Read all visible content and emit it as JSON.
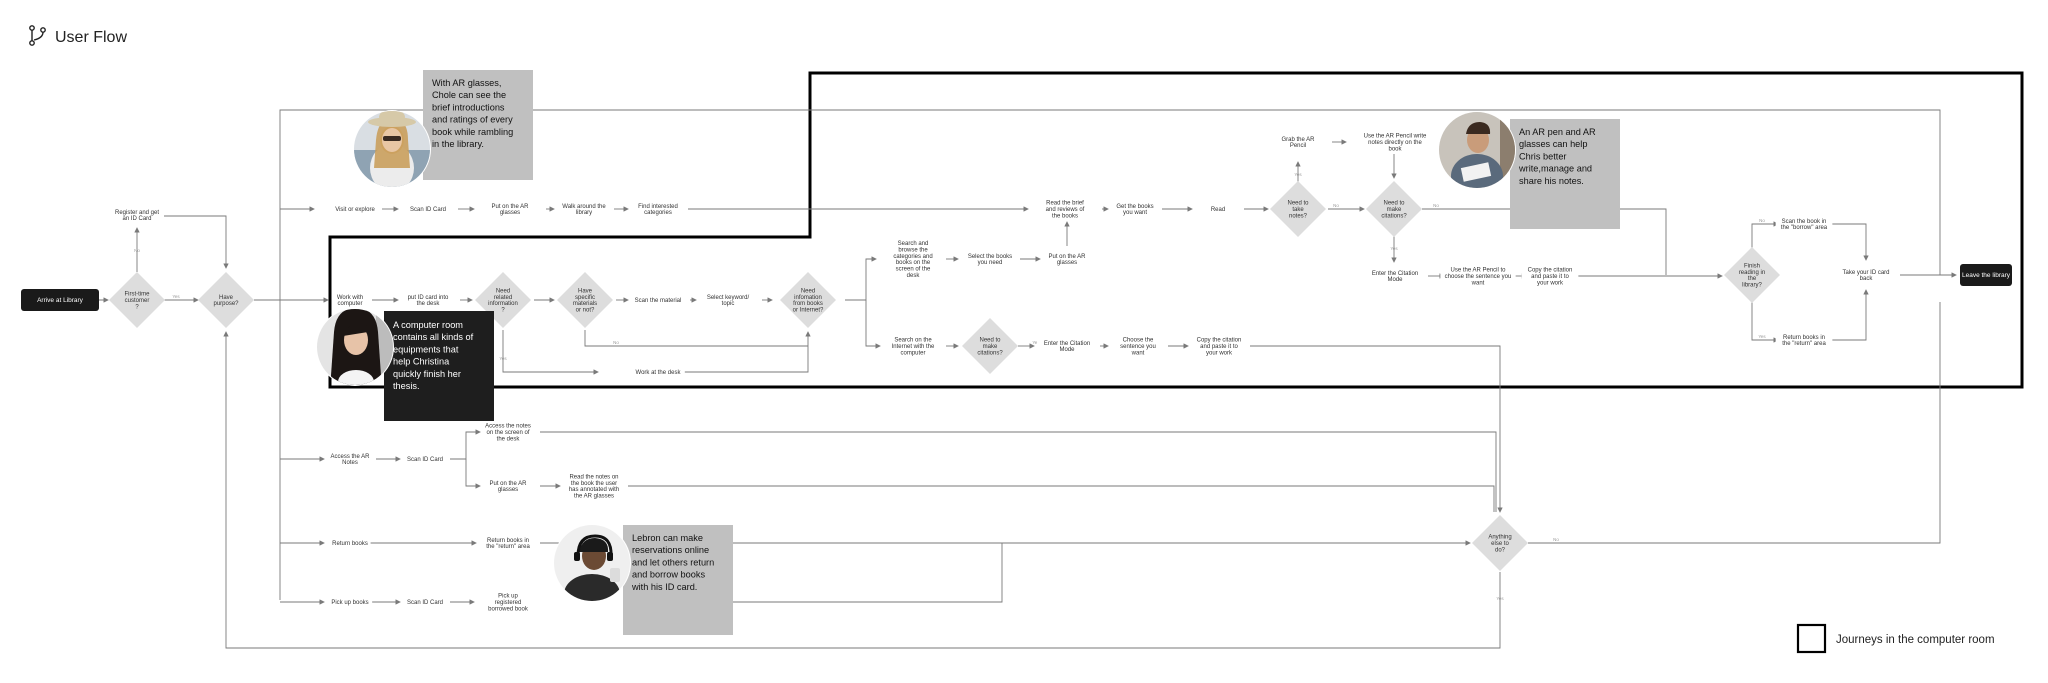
{
  "title": "User Flow",
  "legend": "Journeys in the  computer room",
  "nodes": {
    "start": "Arrive at Library",
    "first_time": "First-time|customer|?",
    "register": "Register and get|an ID Card",
    "have_purpose": "Have|purpose?",
    "visit_explore": "Visit or explore",
    "scan_id_1": "Scan ID Card",
    "put_ar_glasses_1": "Put on the AR|glasses",
    "walk_around": "Walk around the|library",
    "find_categories": "Find interested|categories",
    "read_brief": "Read the brief|and reviews of|the books",
    "get_books": "Get the books|you want",
    "read": "Read",
    "need_notes": "Need to|take|notes?",
    "grab_pencil": "Grab the AR|Pencil",
    "use_pencil_write": "Use the AR Pencil write|notes directly on the|book",
    "need_citations_1": "Need to|make|citations?",
    "enter_citation_1": "Enter the Citation|Mode",
    "use_pencil_choose": "Use the AR Pencil to|choose the sentence you|want",
    "copy_citation_1": "Copy the citation|and paste it to|your work",
    "finish_reading": "Finish|reading in|the|library?",
    "scan_borrow": "Scan the book in|the \"borrow\" area",
    "return_return_area": "Return books in|the \"return\" area",
    "take_id_back": "Take your ID card|back",
    "leave": "Leave the library",
    "work_computer": "Work with|computer",
    "put_id_desk": "put ID card into|the desk",
    "need_related": "Need|related|information|?",
    "have_specific": "Have|specific|materials|or not?",
    "scan_material": "Scan the material",
    "select_keyword": "Select keyword/|topic",
    "need_info_from": "Need|infomation|from books|or Internet?",
    "work_at_desk": "Work at the desk",
    "search_browse": "Search and|browse the|categories and|books on the|screen of the|desk",
    "select_books": "Select the books|you need",
    "put_ar_glasses_2": "Put on the AR|glasses",
    "search_internet": "Search on the|Internet with the|computer",
    "need_citations_2": "Need to|make|citations?",
    "enter_citation_2": "Enter the Citation|Mode",
    "choose_sentence": "Choose the|sentence you|want",
    "copy_citation_2": "Copy the citation|and paste it to|your work",
    "access_ar_notes": "Access the AR|Notes",
    "scan_id_2": "Scan ID Card",
    "access_notes_screen": "Access the notes|on the screen of|the desk",
    "put_ar_glasses_3": "Put on the AR|glasses",
    "read_notes_book": "Read the notes on|the book the user|has annotated with|the AR glasses",
    "return_books": "Return books",
    "return_books_area": "Return books in|the \"return\" area",
    "pick_up": "Pick up books",
    "scan_id_3": "Scan ID Card",
    "pick_up_registered": "Pick up|registered|borrowed book",
    "anything_else": "Anything|else to|do?"
  },
  "edge_labels": {
    "yes": "Yes",
    "no": "No"
  },
  "callouts": {
    "chole": "With AR glasses,|Chole can see the|brief introductions|and ratings of every|book while rambling|in the library.",
    "chris": "An AR pen and AR|glasses can help|Chris better|write,manage and|share his notes.",
    "christina": "A computer room|contains all kinds of|equipments that|help Christina|quickly finish her|thesis.",
    "lebron": "Lebron can make|reservations online|and let others return|and borrow books|with his ID card."
  },
  "colors": {
    "terminal": "#1a1a1a",
    "diamond": "#dddddd",
    "callout_gray": "#c0c0c0",
    "callout_dark": "#1e1e1e",
    "highlight_border": "#000000"
  }
}
